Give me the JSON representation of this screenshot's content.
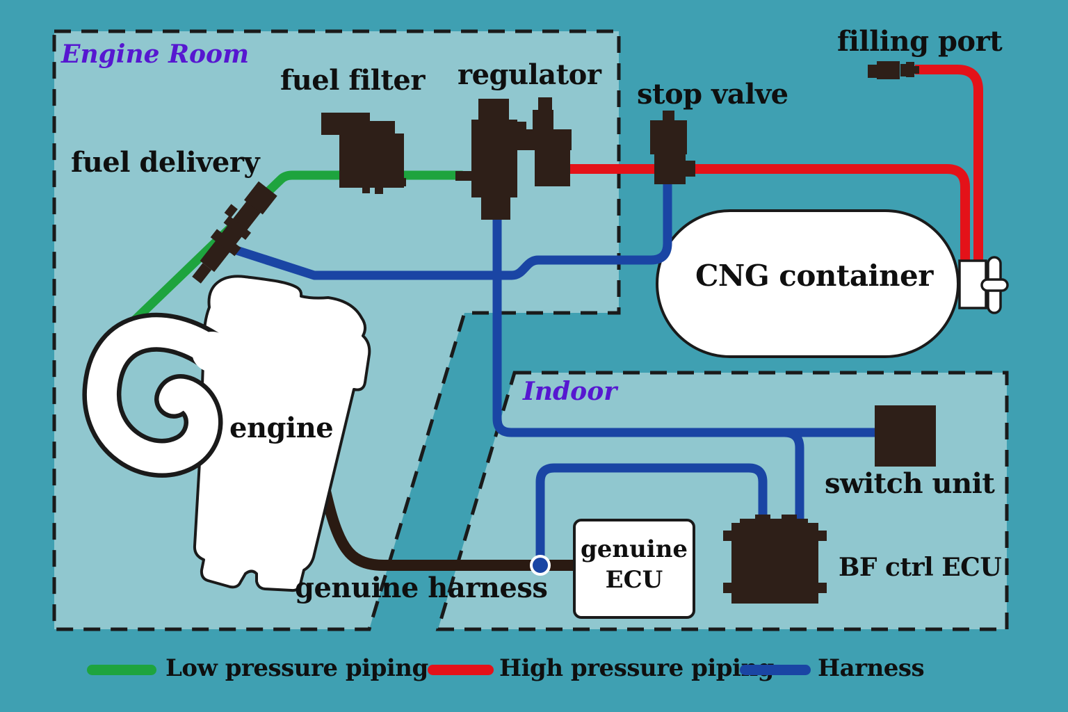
{
  "labels": {
    "engine_room": "Engine Room",
    "indoor": "Indoor",
    "fuel_filter": "fuel filter",
    "regulator": "regulator",
    "stop_valve": "stop valve",
    "filling_port": "filling port",
    "fuel_delivery": "fuel delivery",
    "cng_container": "CNG container",
    "engine": "engine",
    "genuine_harness": "genuine harness",
    "genuine_ecu": {
      "line1": "genuine",
      "line2": "ECU"
    },
    "switch_unit": "switch unit",
    "bf_ctrl_ecu": "BF ctrl ECU"
  },
  "legend": {
    "items": [
      {
        "label": "Low pressure piping",
        "color": "#1ea43e"
      },
      {
        "label": "High pressure piping",
        "color": "#e41219"
      },
      {
        "label": "Harness",
        "color": "#1a45a4"
      }
    ]
  },
  "colors": {
    "outer_bg": "#3fa0b2",
    "inner_bg": "#90c7cf",
    "low_green": "#1ea43e",
    "high_red": "#e41219",
    "harness_blue": "#1a45a4",
    "comp_black": "#2e1f18",
    "harness_black": "#2a1a12",
    "purple": "#5617d0",
    "text_black": "#0f0f0f",
    "outline": "#1a1a1a"
  }
}
